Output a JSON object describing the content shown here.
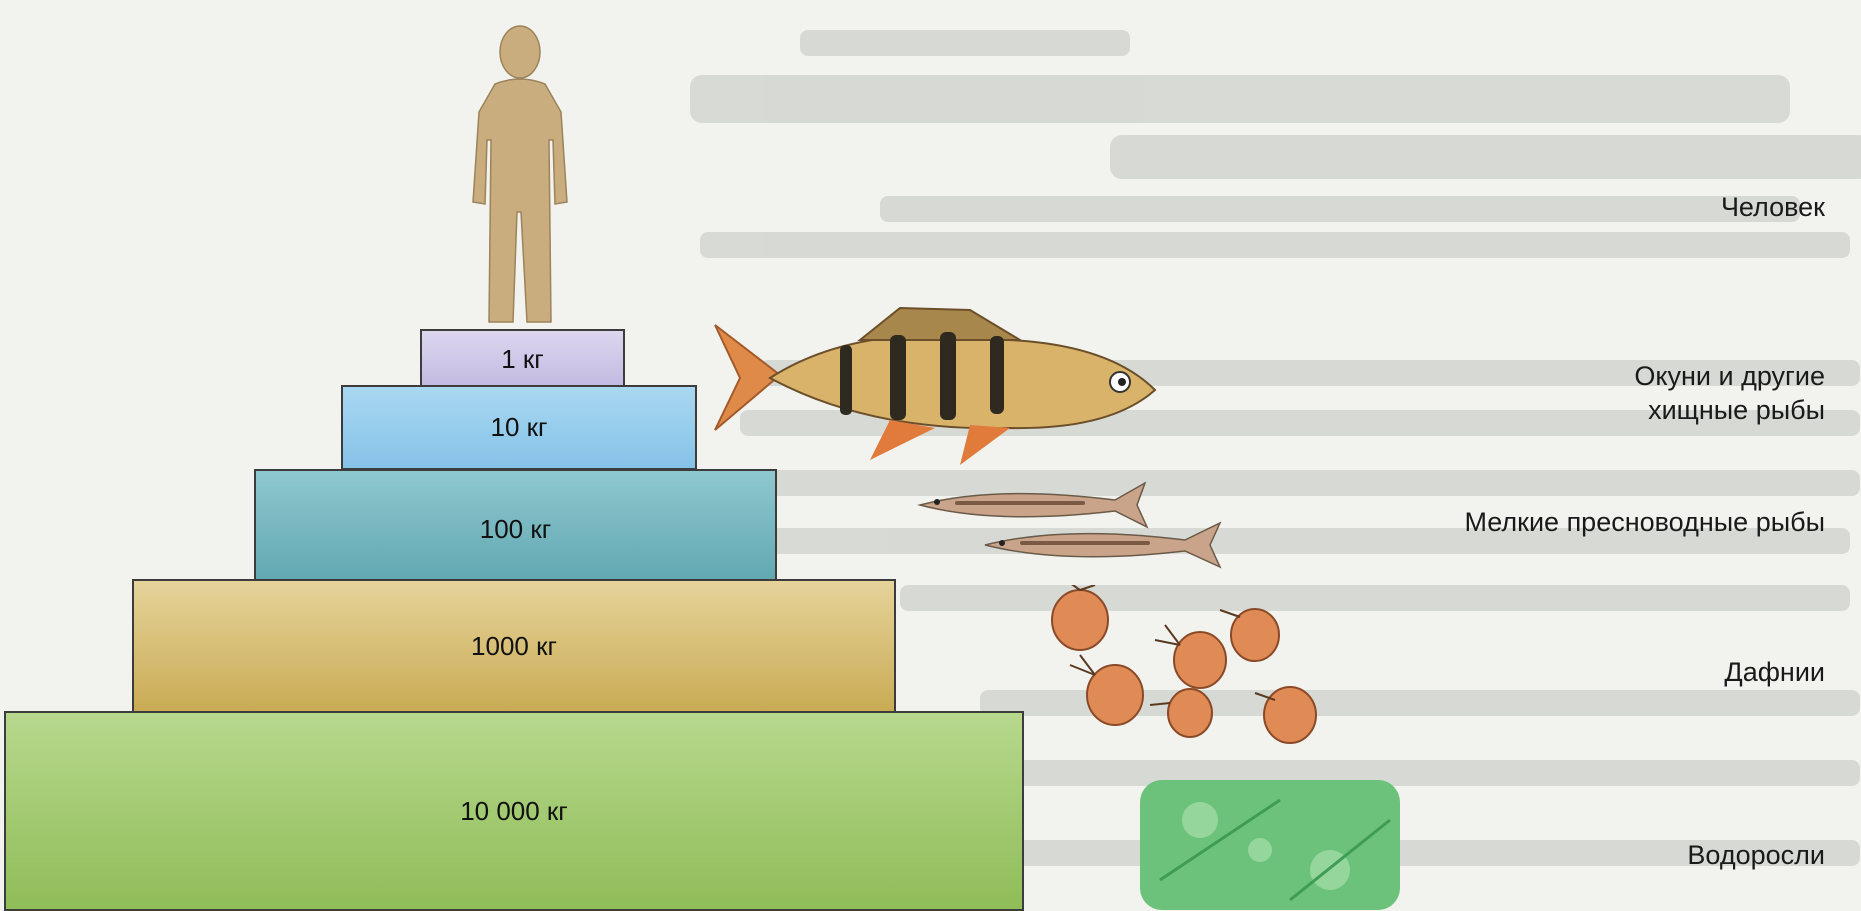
{
  "pyramid": {
    "levels": [
      {
        "mass": "1 кг",
        "organism": "Человек"
      },
      {
        "mass": "10 кг",
        "organism": "Окуни и другие хищные рыбы"
      },
      {
        "mass": "100 кг",
        "organism": "Мелкие пресноводные рыбы"
      },
      {
        "mass": "1000 кг",
        "organism": "Дафнии"
      },
      {
        "mass": "10 000 кг",
        "organism": "Водоросли"
      }
    ],
    "colors": {
      "level_1": "#c3b9e2",
      "level_2": "#85c2e8",
      "level_3": "#5fa6b0",
      "level_4": "#c9ab55",
      "level_5": "#8fbd58",
      "human": "#c9ad7e",
      "algae": "#6cc27a"
    }
  },
  "icons": [
    "human-silhouette-icon",
    "perch-fish-icon",
    "small-fish-icon",
    "daphnia-icon",
    "algae-icon"
  ]
}
